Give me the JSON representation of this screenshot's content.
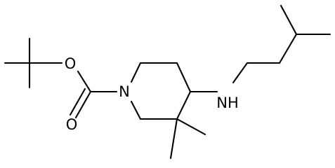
{
  "molecule": {
    "atoms": {
      "ester_oxygen": "O",
      "carbonyl_oxygen": "O",
      "ring_nitrogen": "N",
      "amine_nh": "NH"
    }
  }
}
